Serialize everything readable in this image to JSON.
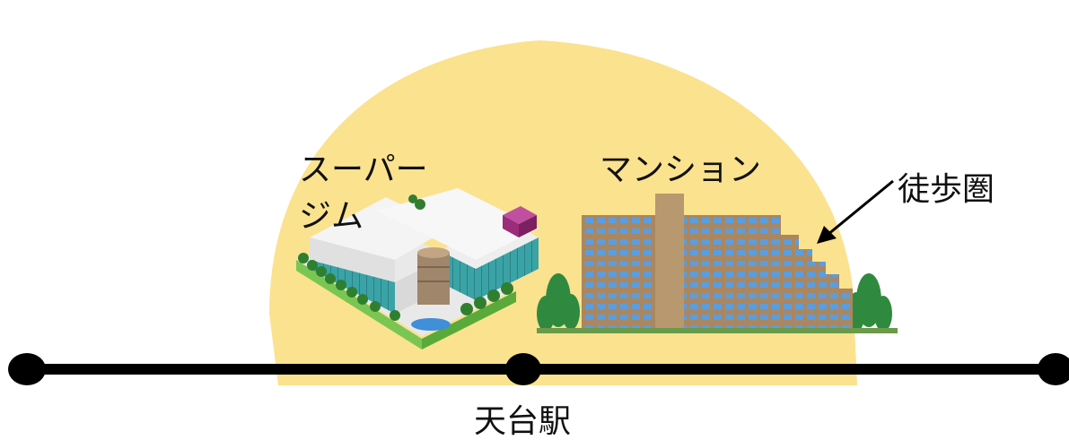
{
  "labels": {
    "supermarket": "スーパー",
    "gym": "ジム",
    "mansion": "マンション",
    "walking_area": "徒歩圏",
    "station": "天台駅"
  },
  "colors": {
    "walking_area_fill": "#fbe28f",
    "rail_line": "#000000",
    "building_wall": "#b18f69",
    "building_window": "#4f8fd6",
    "roof": "#f2f2f2",
    "glass": "#3fa9a9",
    "tree": "#2f7f2f",
    "sign": "#9a2c7a",
    "grass": "#6fc24a"
  },
  "icons": [
    "shopping-mall-building-icon",
    "apartment-building-icon",
    "station-dot-icon",
    "arrow-icon"
  ]
}
